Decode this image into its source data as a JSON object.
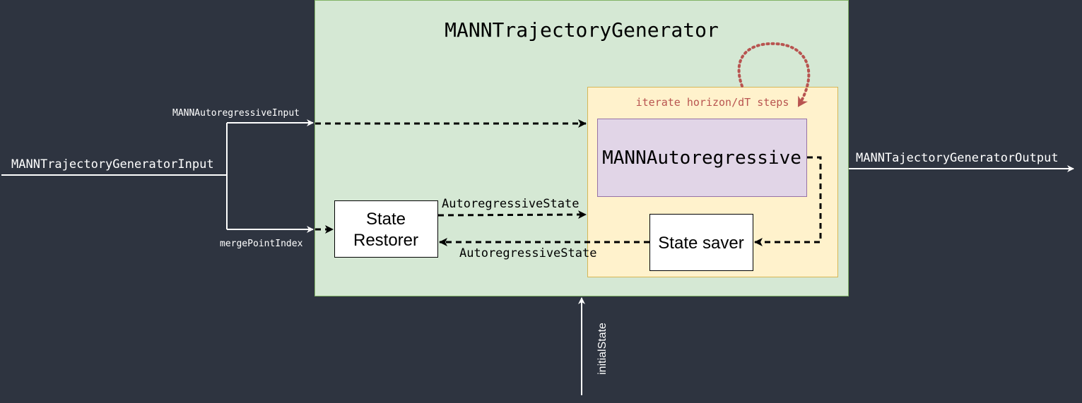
{
  "diagram": {
    "main_block": {
      "title": "MANNTrajectoryGenerator",
      "fill": "#d5e8d4",
      "stroke": "#82b366"
    },
    "loop_block": {
      "label": "iterate horizon/dT steps",
      "fill": "#fff2cc",
      "stroke": "#d6b656",
      "label_color": "#b85450"
    },
    "autoregressive_block": {
      "label": "MANNAutoregressive",
      "fill": "#e1d5e7",
      "stroke": "#9673a6"
    },
    "state_restorer": {
      "label_line1": "State",
      "label_line2": "Restorer"
    },
    "state_saver": {
      "label": "State saver"
    },
    "edges": {
      "input_label": "MANNTrajectoryGeneratorInput",
      "autoregressive_input_label": "MANNAutoregressiveInput",
      "merge_point_label": "mergePointIndex",
      "state_forward_label": "AutoregressiveState",
      "state_back_label": "AutoregressiveState",
      "output_label": "MANNTajectoryGeneratorOutput",
      "initial_state_label": "initialState"
    },
    "colors": {
      "background": "#2e3440",
      "arrow_light": "#ffffff",
      "arrow_dark": "#000000",
      "loop_arrow": "#b85450"
    }
  }
}
